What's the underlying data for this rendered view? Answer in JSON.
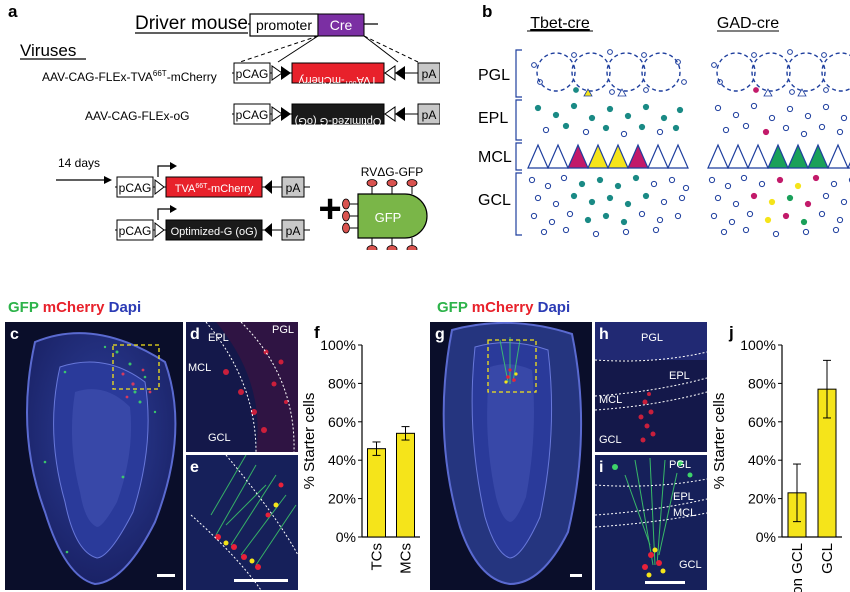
{
  "panel_a": {
    "letter": "a",
    "driver_mouse": "Driver mouse",
    "promoter": "promoter",
    "cre": "Cre",
    "viruses": "Viruses",
    "virus1_name_pre": "AAV-CAG-FLEx-TVA",
    "virus1_name_sup": "66T",
    "virus1_name_post": "-mCherry",
    "virus2_name": "AAV-CAG-FLEx-oG",
    "pcag": "pCAG",
    "pa": "pA",
    "tva_flipped_pre": "TVA",
    "tva_flipped_sup": "66T",
    "tva_flipped_post": "-mCherry",
    "og_flipped": "Optimized-G (oG)",
    "days": "14 days",
    "tva_expr_pre": "TVA",
    "tva_expr_sup": "66T",
    "tva_expr_post": "-mCherry",
    "og_expr": "Optimized-G (oG)",
    "plus": "+",
    "rv_label": "RVΔG-GFP",
    "gfp": "GFP"
  },
  "panel_b": {
    "letter": "b",
    "tbet_title": "Tbet-cre",
    "gad_title": "GAD-cre",
    "layers": [
      "PGL",
      "EPL",
      "MCL",
      "GCL"
    ]
  },
  "colors": {
    "cre_purple": "#7b2fa3",
    "tva_red": "#e8212b",
    "dark_box": "#1a1a1a",
    "pa_gray": "#c8c8c8",
    "gfp_green": "#7ab648",
    "rv_red": "#d9534f",
    "cell_blue": "#1f3f9e",
    "teal": "#1a8a85",
    "magenta": "#c21a6a",
    "yellow": "#f5e41a",
    "green_cell": "#1aa05a",
    "bar_yellow": "#f5e41a",
    "gfp_text": "#2db34a",
    "mcherry_text": "#e8212b",
    "dapi_text": "#2b3bb5"
  },
  "stain_left": {
    "gfp": "GFP",
    "mcherry": "mCherry",
    "dapi": "Dapi"
  },
  "stain_right": {
    "gfp": "GFP",
    "mcherry": "mCherry",
    "dapi": "Dapi"
  },
  "micro": {
    "c": {
      "letter": "c"
    },
    "d": {
      "letter": "d",
      "tags": [
        "EPL",
        "PGL",
        "MCL",
        "GCL"
      ]
    },
    "e": {
      "letter": "e"
    },
    "g": {
      "letter": "g"
    },
    "h": {
      "letter": "h",
      "tags": [
        "PGL",
        "EPL",
        "MCL",
        "GCL"
      ]
    },
    "i": {
      "letter": "i",
      "tags": [
        "PGL",
        "EPL",
        "MCL",
        "GCL"
      ]
    }
  },
  "chart_data": [
    {
      "panel": "f",
      "type": "bar",
      "categories": [
        "TCs",
        "MCs"
      ],
      "values": [
        46,
        54
      ],
      "errors": [
        3.5,
        3.5
      ],
      "ylabel": "% Starter cells",
      "yticks": [
        "0%",
        "20%",
        "40%",
        "60%",
        "80%",
        "100%"
      ],
      "ylim": [
        0,
        100
      ],
      "bar_color": "#f5e41a"
    },
    {
      "panel": "j",
      "type": "bar",
      "categories": [
        "Non GCL",
        "GCL"
      ],
      "values": [
        23,
        77
      ],
      "errors": [
        15,
        15
      ],
      "ylabel": "% Starter cells",
      "yticks": [
        "0%",
        "20%",
        "40%",
        "60%",
        "80%",
        "100%"
      ],
      "ylim": [
        0,
        100
      ],
      "bar_color": "#f5e41a"
    }
  ]
}
